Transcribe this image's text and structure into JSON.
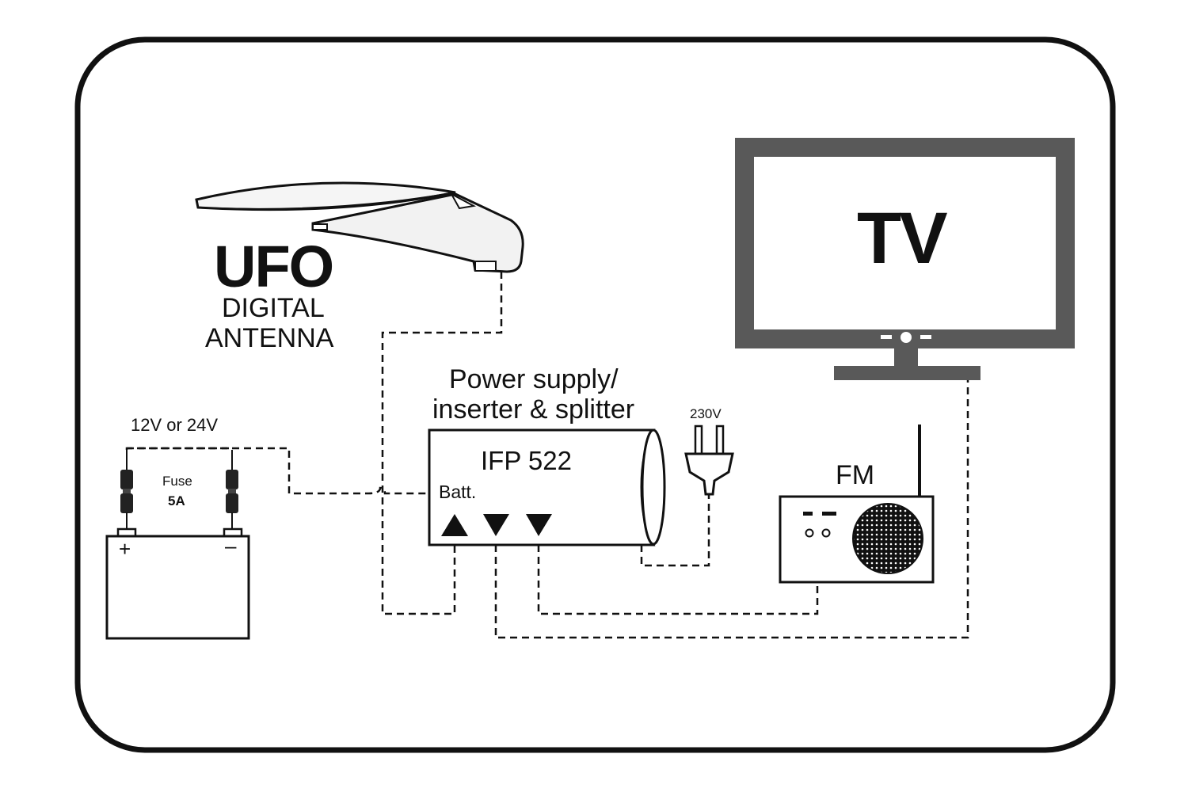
{
  "antenna": {
    "title": "UFO",
    "subtitle_line1": "DIGITAL",
    "subtitle_line2": "ANTENNA"
  },
  "tv": {
    "label": "TV"
  },
  "power_supply": {
    "heading_line1": "Power supply/",
    "heading_line2": "inserter & splitter",
    "model": "IFP 522",
    "battery_port_label": "Batt."
  },
  "mains_plug": {
    "voltage": "230V"
  },
  "battery": {
    "voltage": "12V or 24V",
    "fuse_label": "Fuse",
    "fuse_rating": "5A",
    "plus_terminal": "+",
    "minus_terminal": "–"
  },
  "radio": {
    "label": "FM"
  },
  "colors": {
    "line": "#111111",
    "tv_gray": "#595959",
    "antenna_fill": "#f2f2f2",
    "background": "#ffffff"
  }
}
